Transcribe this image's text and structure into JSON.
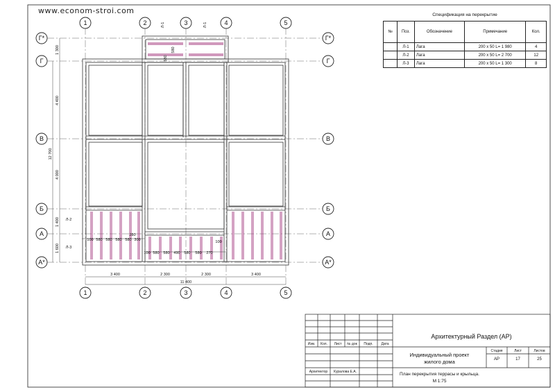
{
  "watermark": "www.econom-stroi.com",
  "axes": {
    "vertical": [
      "1",
      "2",
      "3",
      "4",
      "5"
    ],
    "horizontal": [
      "Г*",
      "Г",
      "В",
      "Б",
      "А",
      "А*"
    ]
  },
  "dims": {
    "bottom": [
      "3 400",
      "2 300",
      "2 300",
      "3 400"
    ],
    "bottom_total": "11 400",
    "left": [
      "1 300",
      "4 400",
      "4 000",
      "1 400",
      "1 600"
    ],
    "left_total": "12 700",
    "bay_left": [
      "100",
      "580",
      "580",
      "580",
      "580",
      "300"
    ],
    "bay_mid": [
      "100",
      "580",
      "580",
      "490",
      "580",
      "580",
      "270"
    ],
    "extra": [
      "280",
      "100",
      "580",
      "580"
    ],
    "tags": [
      "Л-1",
      "Л-1",
      "Л-2",
      "Л-3"
    ]
  },
  "spec": {
    "title": "Спецификация на перекрытие",
    "headers": [
      "№",
      "Поз.",
      "Обозначение",
      "Примечание",
      "Кол."
    ],
    "rows": [
      {
        "n": "",
        "pos": "Л-1",
        "name": "Лага",
        "note": "200 x 50    L= 1 980",
        "qty": "4"
      },
      {
        "n": "",
        "pos": "Л-2",
        "name": "Лага",
        "note": "200 x 50    L= 2 700",
        "qty": "12"
      },
      {
        "n": "",
        "pos": "Л-3",
        "name": "Лага",
        "note": "200 x 50  L=  1 300",
        "qty": "8"
      }
    ]
  },
  "titleblock": {
    "section": "Архитектурный Раздел (АР)",
    "project_1": "Индивидуальный проект",
    "project_2": "жилого дома",
    "cols": [
      "Изм.",
      "Кол.",
      "Лист",
      "№ док",
      "Подп.",
      "Дата"
    ],
    "architect_label": "Архитектор",
    "architect_name": "Куралова Е.А.",
    "stage_label": "Стадия",
    "sheet_label": "Лист",
    "sheets_label": "Листов",
    "stage": "АР",
    "sheet": "17",
    "sheets": "25",
    "drawing_1": "План перекрытия террасы и крыльца.",
    "drawing_2": "М 1:75"
  },
  "colors": {
    "line": "#222222",
    "joist": "#a0307a",
    "axis": "#555555"
  }
}
